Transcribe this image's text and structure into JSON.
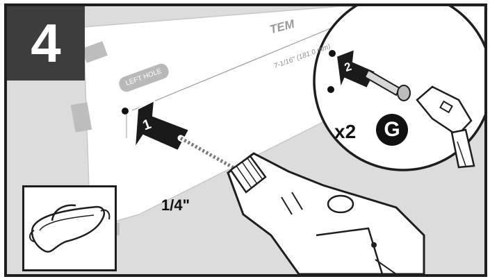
{
  "step": {
    "number": "4"
  },
  "template": {
    "title": "TEM",
    "hole_label": "LEFT HOLE",
    "dimension": "7-1/16\" (181.0 mm)"
  },
  "arrows": {
    "drill_step": "1",
    "anchor_step": "2"
  },
  "drill_bit_size": "1/4\"",
  "hardware": {
    "quantity": "x2",
    "part_letter": "G"
  },
  "icons": {
    "safety": "safety-glasses-icon",
    "tool": "power-drill-icon",
    "hammer": "hammer-icon",
    "anchor": "wall-anchor-icon"
  },
  "colors": {
    "frame": "#1e1e1e",
    "step_box": "#3d3d3d",
    "background": "#dcdcdc",
    "template": "#ffffff"
  }
}
